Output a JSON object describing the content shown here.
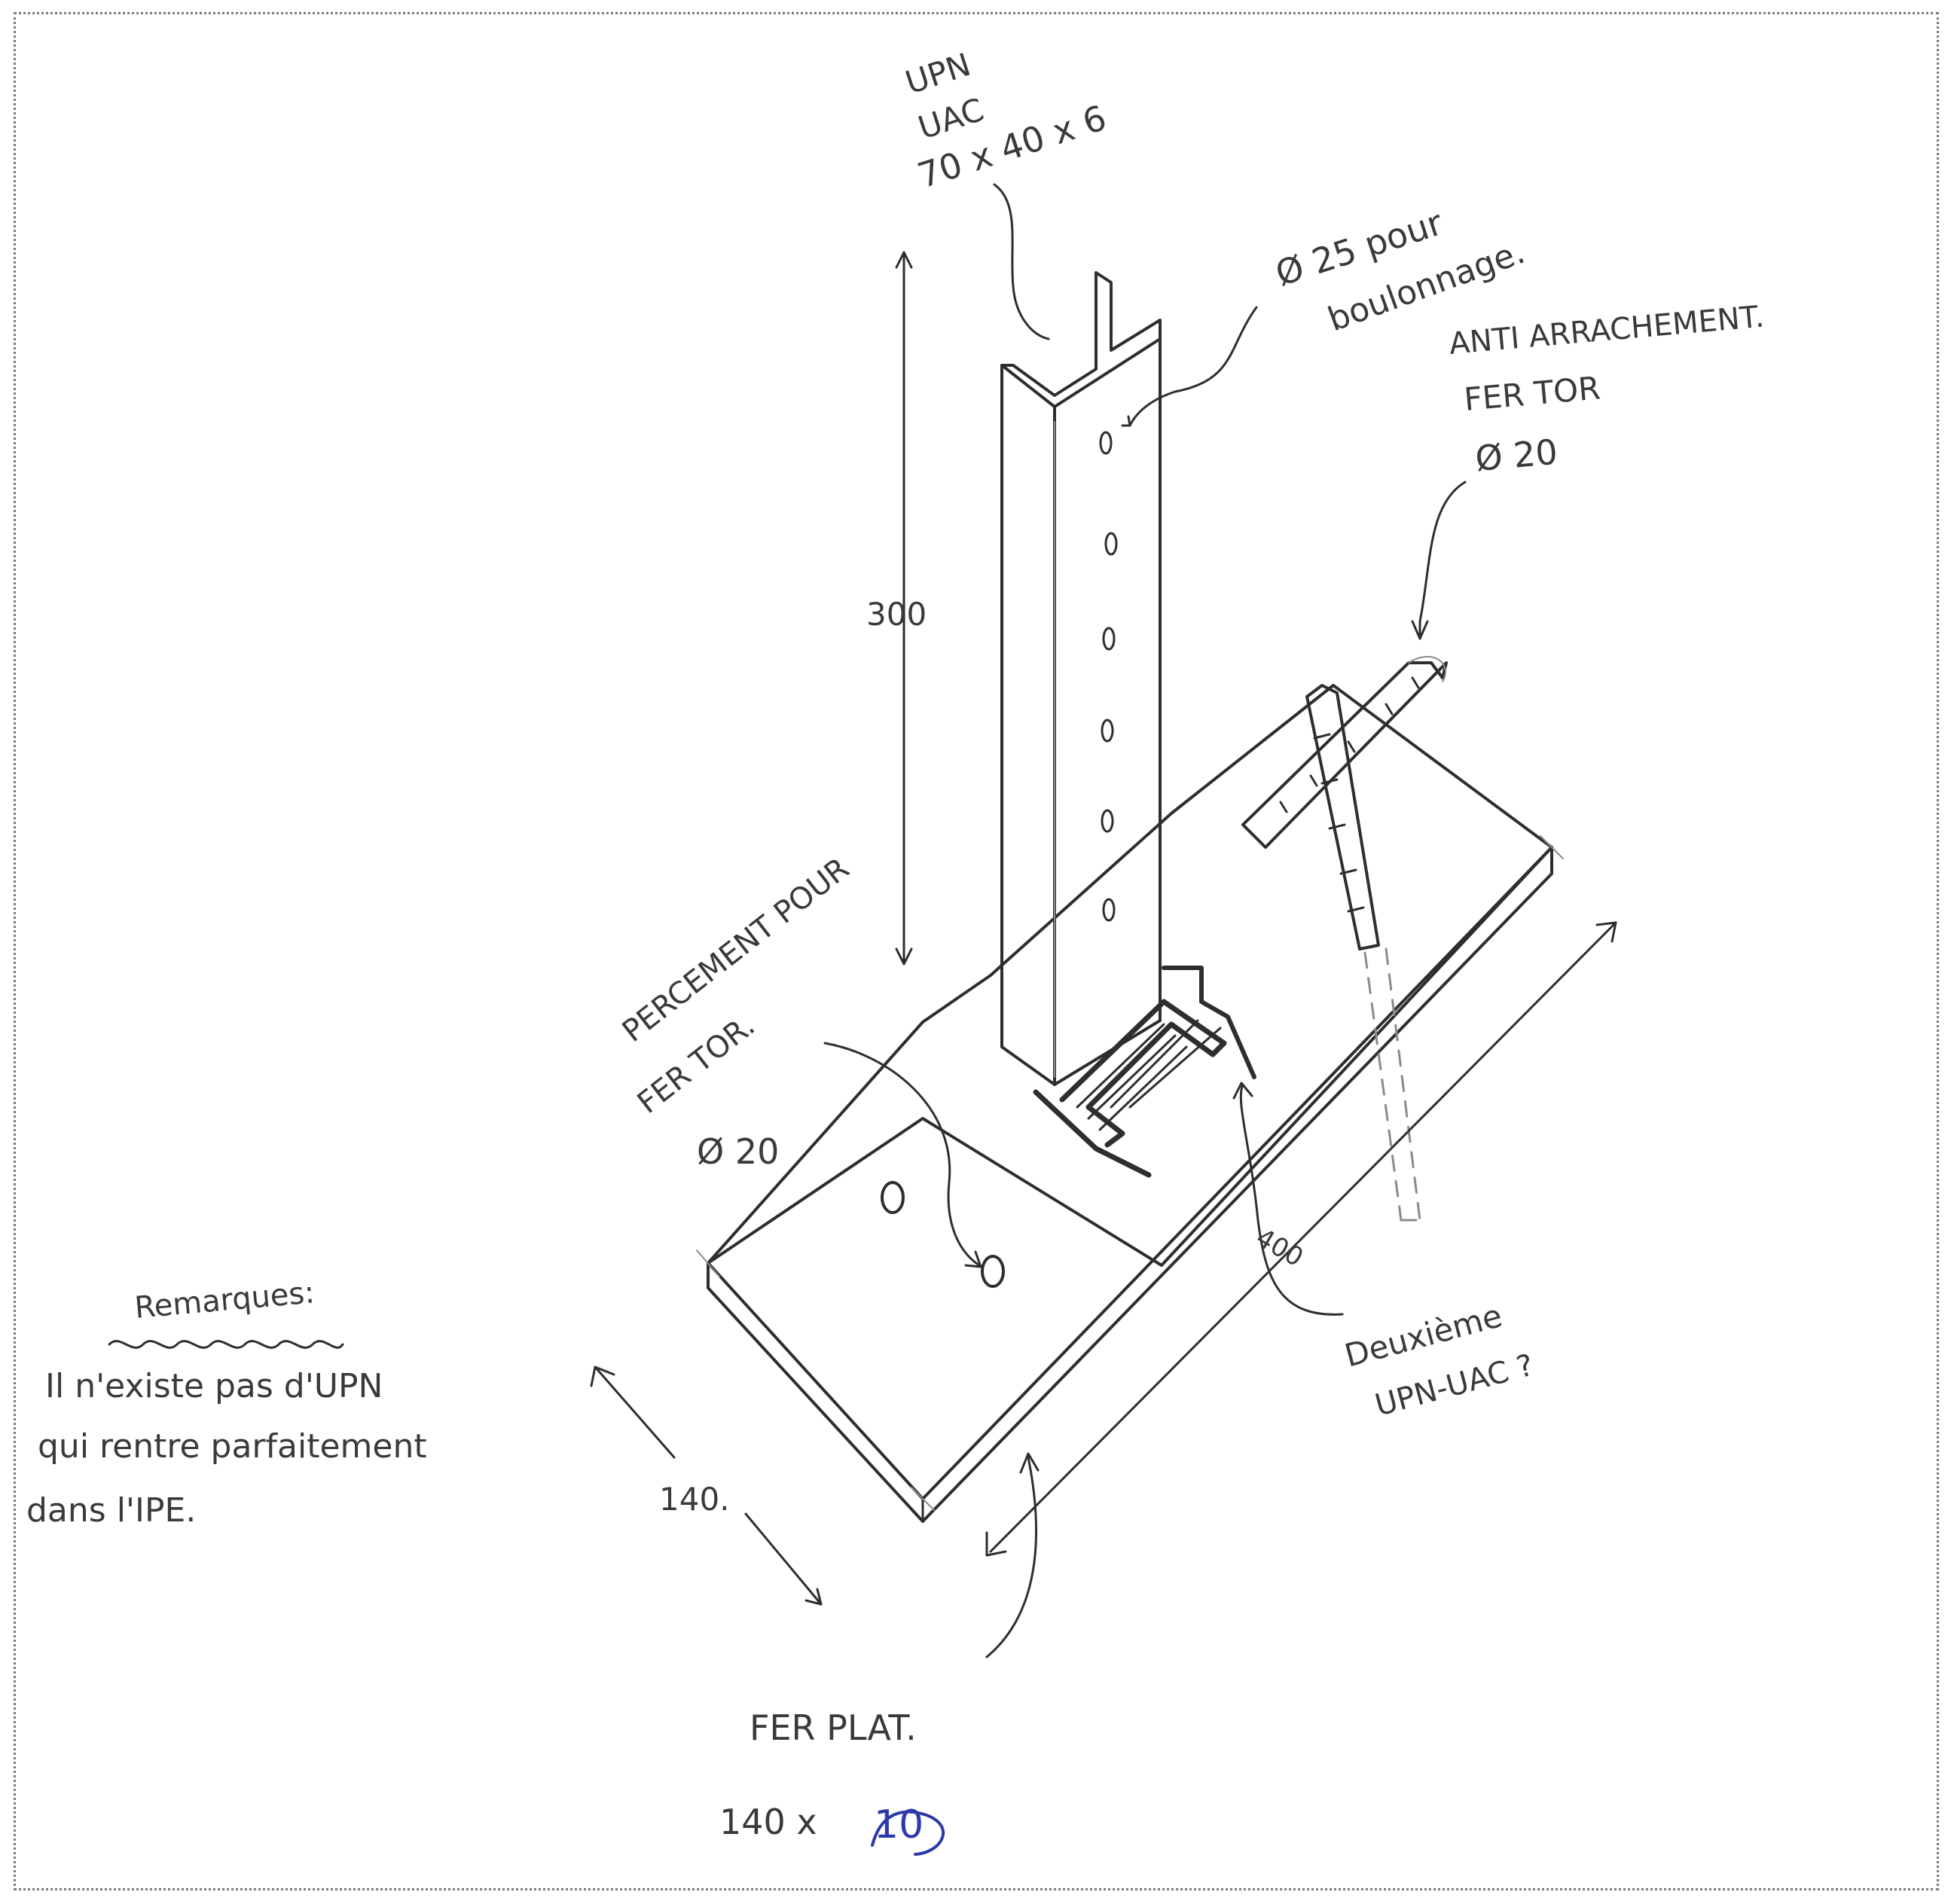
{
  "labels": {
    "profile_line1": "UPN",
    "profile_line2": "UAC",
    "profile_line3": "70 x 40 x 6",
    "bolt_hole_line1": "Ø 25 pour",
    "bolt_hole_line2": "boulonnage.",
    "anti_line1": "ANTI ARRACHEMENT.",
    "anti_line2": "FER TOR",
    "anti_line3": "Ø 20",
    "height_dim": "300",
    "drill_line1": "PERCEMENT POUR",
    "drill_line2": "FER TOR.",
    "drill_line3": "Ø 20",
    "length_dim": "400",
    "second_line1": "Deuxième",
    "second_line2": "UPN-UAC ?",
    "width_dim": "140.",
    "plate_line1": "FER PLAT.",
    "plate_line2": "140 x",
    "plate_thickness": "10",
    "remarks_title": "Remarques:",
    "remarks_line1": "Il n'existe pas d'UPN",
    "remarks_line2": "qui rentre parfaitement",
    "remarks_line3": "dans l'IPE."
  },
  "colors": {
    "pencil": "#2e2e2e",
    "blue_ink": "#2b3aa8",
    "border": "#7a7a7a"
  }
}
